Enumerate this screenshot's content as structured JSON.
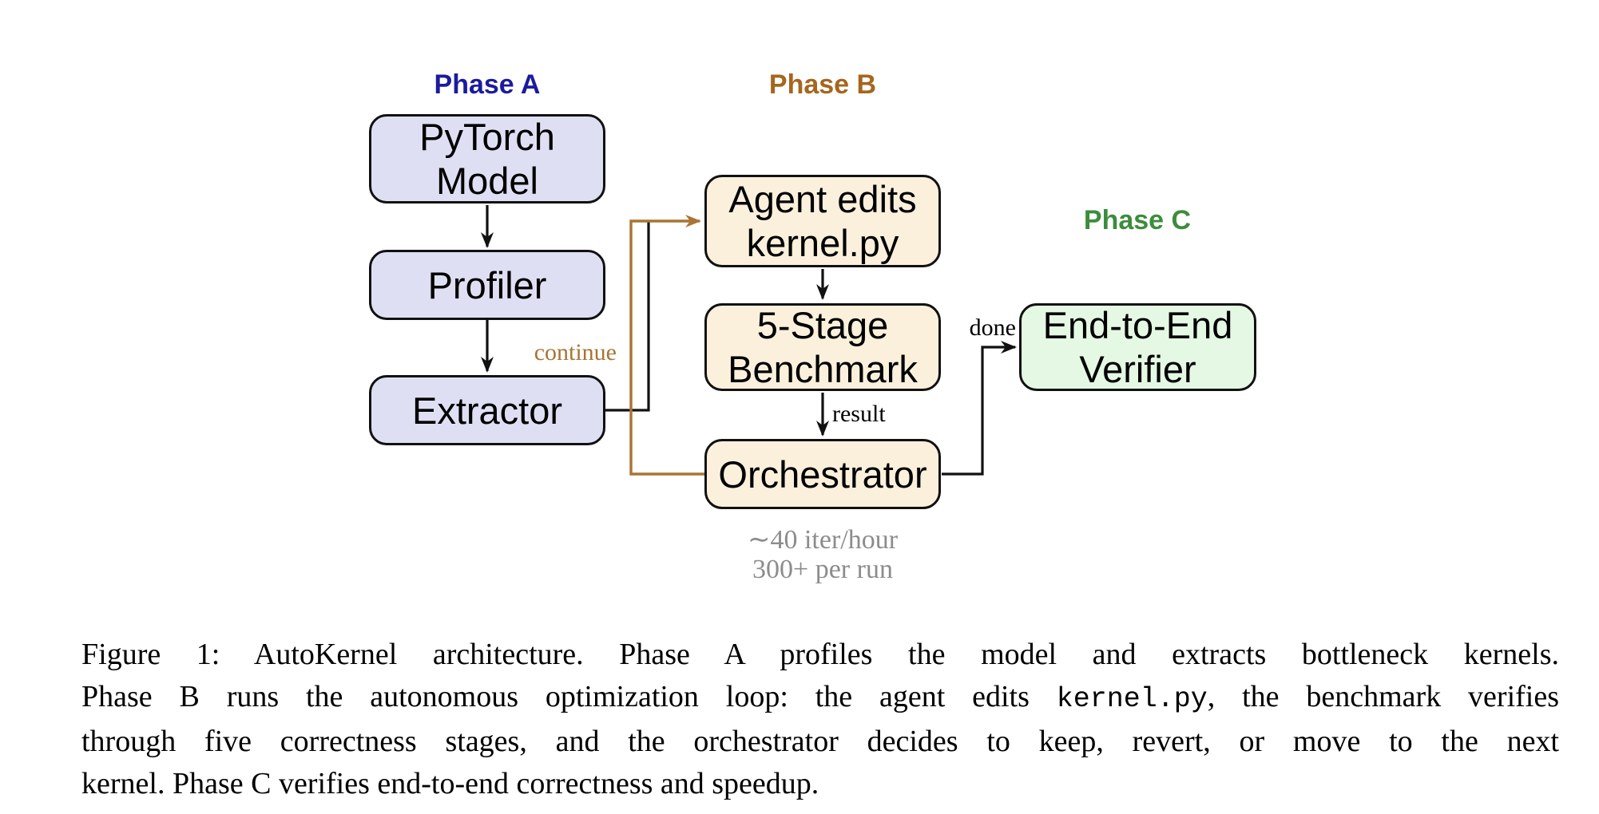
{
  "colors": {
    "background": "#FFFFFF",
    "ink": "#111111",
    "phase-a-label": "#1B1B9E",
    "phase-b-label": "#A5661F",
    "phase-c-label": "#3C8C3C",
    "box-lavender": "#DFDFF4",
    "box-cream": "#FAF0DC",
    "box-green": "#E4F8E4",
    "loop-arrow-brown": "#A97434",
    "annotation-gray": "#8C8C8C"
  },
  "diagram": {
    "phase_a": {
      "label": "Phase A"
    },
    "phase_b": {
      "label": "Phase B"
    },
    "phase_c": {
      "label": "Phase C"
    },
    "nodes": {
      "pytorch_model": [
        "PyTorch",
        "Model"
      ],
      "profiler": [
        "Profiler"
      ],
      "extractor": [
        "Extractor"
      ],
      "agent_edits": [
        "Agent edits",
        "kernel.py"
      ],
      "benchmark": [
        "5-Stage",
        "Benchmark"
      ],
      "orchestrator": [
        "Orchestrator"
      ],
      "verifier": [
        "End-to-End",
        "Verifier"
      ]
    },
    "edge_labels": {
      "continue": "continue",
      "result": "result",
      "done": "done"
    },
    "annotation": [
      "∼40 iter/hour",
      "300+ per run"
    ]
  },
  "caption": {
    "line1": "Figure 1:  AutoKernel architecture.  Phase A profiles the model and extracts bottleneck kernels.",
    "line2_pre": "Phase B runs the autonomous optimization loop: the agent edits ",
    "line2_code": "kernel.py",
    "line2_post": ", the benchmark verifies",
    "line3": "through five correctness stages, and the orchestrator decides to keep, revert, or move to the next",
    "line4": "kernel. Phase C verifies end-to-end correctness and speedup."
  }
}
